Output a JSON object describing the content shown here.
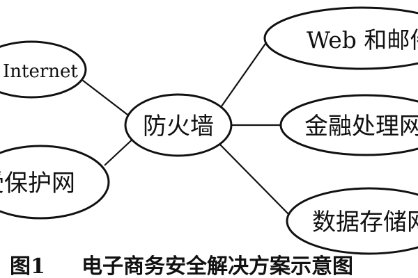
{
  "diagram": {
    "nodes": {
      "internet": "Internet",
      "protected_network": "受保护网",
      "firewall": "防火墙",
      "web_mail": "Web 和邮件",
      "finance": "金融处理网",
      "data_storage": "数据存储网"
    },
    "caption_number": "图1",
    "caption_title": "电子商务安全解决方案示意图"
  }
}
